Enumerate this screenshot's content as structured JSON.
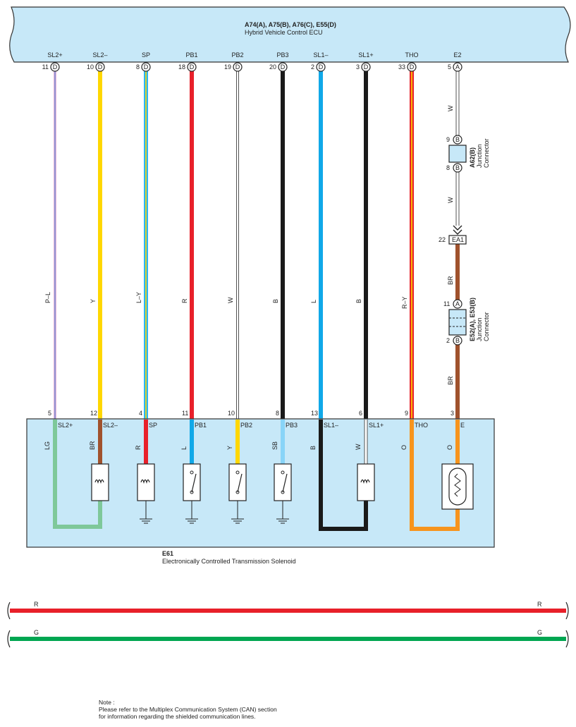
{
  "ecu": {
    "connectors": "A74(A), A75(B), A76(C), E55(D)",
    "name": "Hybrid Vehicle Control ECU",
    "pins": [
      {
        "signal": "SL2+",
        "pin": "11",
        "conn": "D"
      },
      {
        "signal": "SL2–",
        "pin": "10",
        "conn": "D"
      },
      {
        "signal": "SP",
        "pin": "8",
        "conn": "D"
      },
      {
        "signal": "PB1",
        "pin": "18",
        "conn": "D"
      },
      {
        "signal": "PB2",
        "pin": "19",
        "conn": "D"
      },
      {
        "signal": "PB3",
        "pin": "20",
        "conn": "D"
      },
      {
        "signal": "SL1–",
        "pin": "2",
        "conn": "D"
      },
      {
        "signal": "SL1+",
        "pin": "3",
        "conn": "D"
      },
      {
        "signal": "THO",
        "pin": "33",
        "conn": "D"
      },
      {
        "signal": "E2",
        "pin": "5",
        "conn": "A"
      }
    ]
  },
  "wires": [
    {
      "color_code": "P–L",
      "stroke": "#e8b4d8",
      "stripe": "#7b8fd4",
      "dest_pin": "5"
    },
    {
      "color_code": "Y",
      "stroke": "#ffd700",
      "stripe": "",
      "dest_pin": "12"
    },
    {
      "color_code": "L–Y",
      "stroke": "#29b6f6",
      "stripe": "#ffd700",
      "dest_pin": "4"
    },
    {
      "color_code": "R",
      "stroke": "#e8202a",
      "stripe": "",
      "dest_pin": "11"
    },
    {
      "color_code": "W",
      "stroke": "#ffffff",
      "stripe": "",
      "dest_pin": "10"
    },
    {
      "color_code": "B",
      "stroke": "#1a1a1a",
      "stripe": "",
      "dest_pin": "8"
    },
    {
      "color_code": "L",
      "stroke": "#10a8e8",
      "stripe": "",
      "dest_pin": "13"
    },
    {
      "color_code": "B",
      "stroke": "#1a1a1a",
      "stripe": "",
      "dest_pin": "6"
    },
    {
      "color_code": "R–Y",
      "stroke": "#e8202a",
      "stripe": "#ffd700",
      "dest_pin": "9"
    },
    {
      "color_code": "BR",
      "stroke": "#a0522d",
      "stripe": "",
      "dest_pin": "3"
    }
  ],
  "e2_run": {
    "seg1_color": "W",
    "jc1": {
      "pin_top": "9",
      "pin_bottom": "8",
      "conn": "B",
      "code": "A62(B)",
      "name_line1": "Junction",
      "name_line2": "Connector"
    },
    "seg2_color": "W",
    "ea1": {
      "pin": "22",
      "label": "EA1"
    },
    "seg3_color": "BR",
    "jc2": {
      "pin_top": "11",
      "conn_top": "A",
      "pin_bottom": "2",
      "conn_bottom": "B",
      "code": "E52(A), E53(B)",
      "name_line1": "Junction",
      "name_line2": "Connector"
    }
  },
  "solenoid": {
    "code": "E61",
    "name": "Electronically Controlled Transmission Solenoid",
    "terminals": [
      {
        "signal": "SL2+",
        "wire": "LG",
        "stroke": "#7ec89a"
      },
      {
        "signal": "SL2–",
        "wire": "BR",
        "stroke": "#a0522d"
      },
      {
        "signal": "SP",
        "wire": "R",
        "stroke": "#e8202a"
      },
      {
        "signal": "PB1",
        "wire": "L",
        "stroke": "#10a8e8"
      },
      {
        "signal": "PB2",
        "wire": "Y",
        "stroke": "#ffd700"
      },
      {
        "signal": "PB3",
        "wire": "SB",
        "stroke": "#88d4f8"
      },
      {
        "signal": "SL1–",
        "wire": "B",
        "stroke": "#1a1a1a"
      },
      {
        "signal": "SL1+",
        "wire": "W",
        "stroke": "#ffffff"
      },
      {
        "signal": "THO",
        "wire": "O",
        "stroke": "#f7941d"
      },
      {
        "signal": "E",
        "wire": "O",
        "stroke": "#f7941d"
      }
    ]
  },
  "can_lines": [
    {
      "color_code": "R",
      "stroke": "#e8202a"
    },
    {
      "color_code": "G",
      "stroke": "#00a651"
    }
  ],
  "note": {
    "line1": "Note :",
    "line2": "Please refer to the Multiplex Communication System (CAN) section",
    "line3": "for information regarding the shielded communication lines."
  }
}
